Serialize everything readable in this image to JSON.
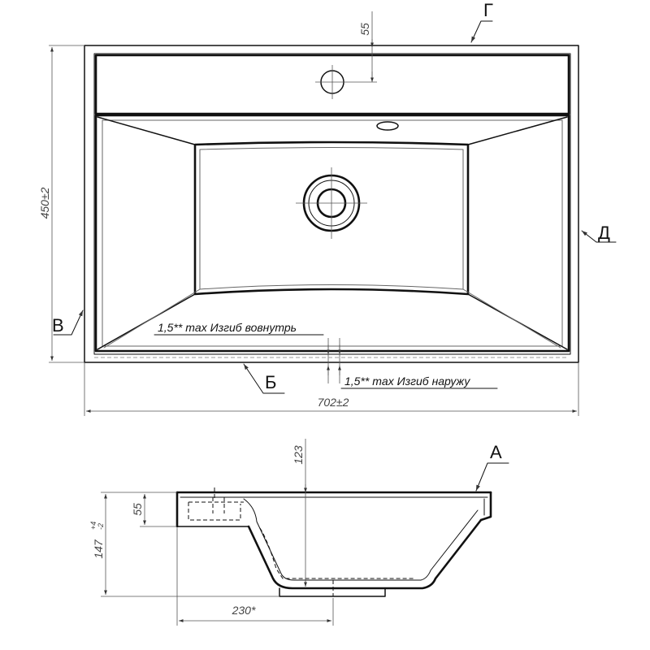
{
  "top_view": {
    "dims": {
      "overflow_offset": "55",
      "depth": "450±2",
      "width": "702±2"
    },
    "labels": {
      "g": "Г",
      "d": "Д",
      "v": "В",
      "b": "Б"
    },
    "notes": {
      "bend_inward": "1,5** max Изгиб вовнутрь",
      "bend_outward": "1,5** max Изгиб наружу"
    }
  },
  "side_view": {
    "dims": {
      "bowl_depth": "123",
      "rim_height": "55",
      "total_height_base": "147",
      "total_height_tol_upper": "+4",
      "total_height_tol_lower": "-2",
      "drain_offset": "230*"
    },
    "labels": {
      "a": "А"
    }
  }
}
